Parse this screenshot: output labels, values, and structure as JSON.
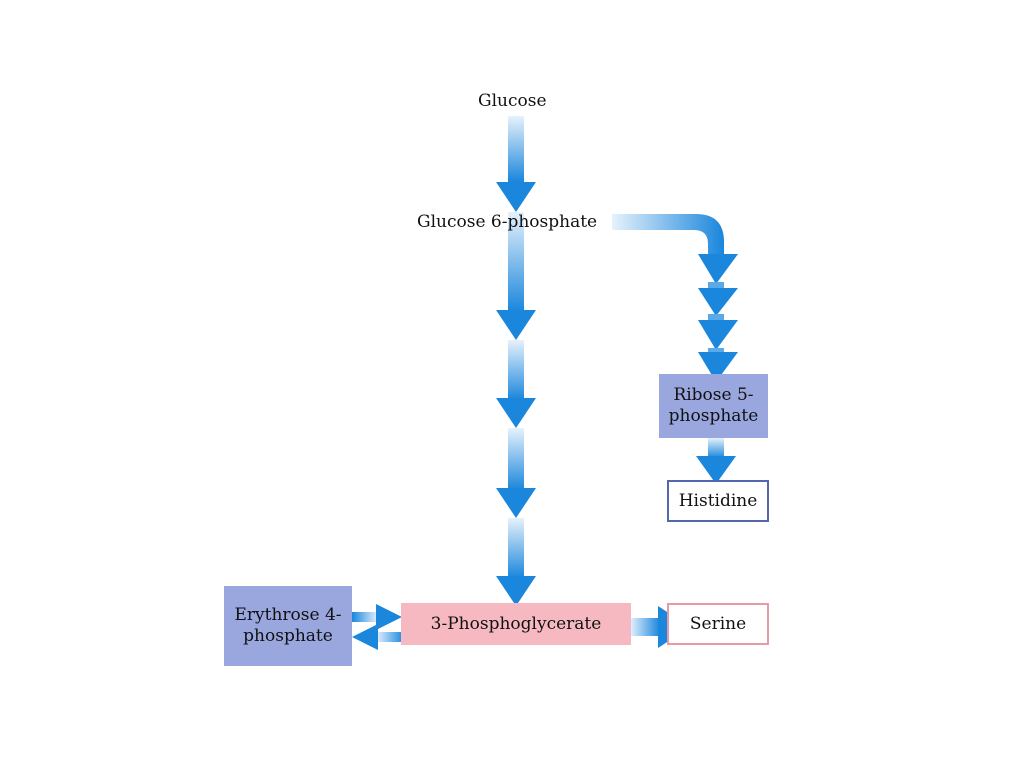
{
  "nodes": {
    "glucose": "Glucose",
    "glucose_6_phosphate": "Glucose 6-phosphate",
    "ribose_5_phosphate_line1": "Ribose 5-",
    "ribose_5_phosphate_line2": "phosphate",
    "histidine": "Histidine",
    "erythrose_4_phosphate_line1": "Erythrose 4-",
    "erythrose_4_phosphate_line2": "phosphate",
    "phosphoglycerate": "3-Phosphoglycerate",
    "serine": "Serine"
  },
  "colors": {
    "arrow_dark": "#1a86dc",
    "arrow_light": "#e6f2fc",
    "box_blue_fill": "#9aa6de",
    "box_pink_fill": "#f6b9c1",
    "outline_blue": "#5566b0",
    "outline_pink": "#e79aa3"
  }
}
